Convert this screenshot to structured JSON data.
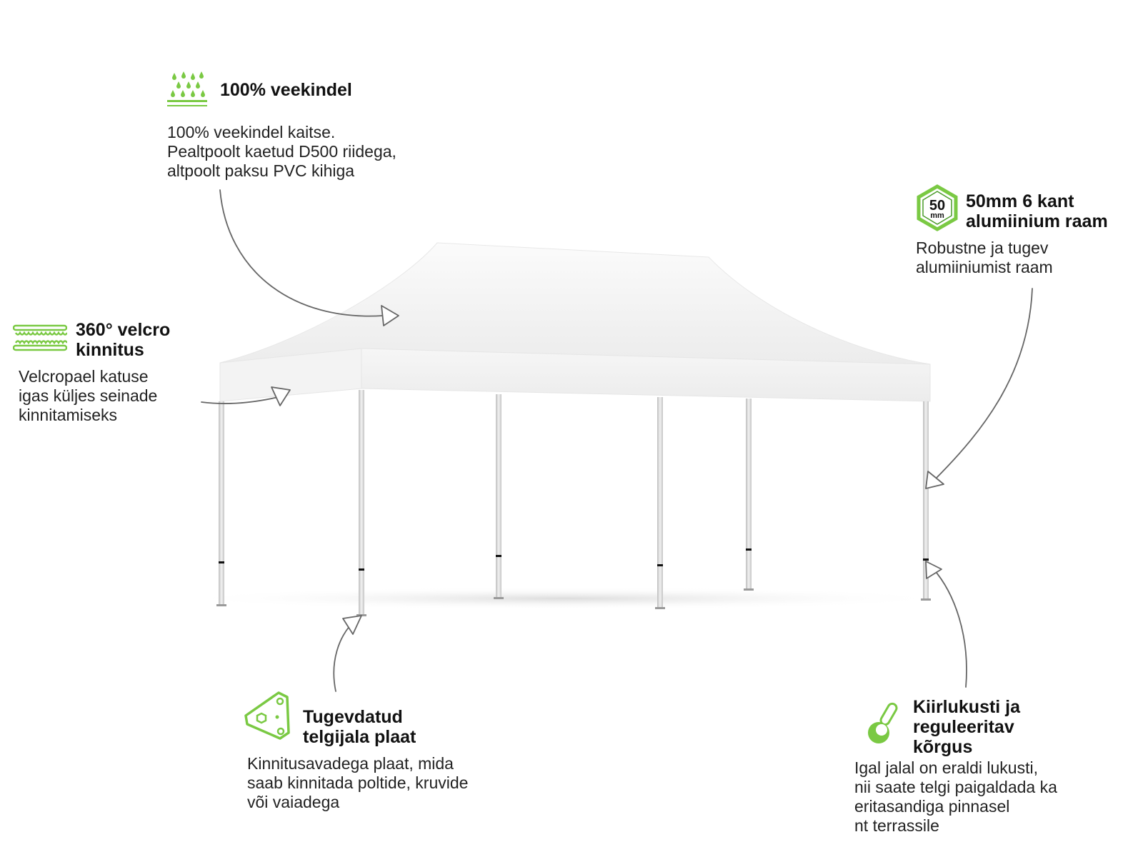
{
  "accent_color": "#7ac943",
  "canopy_color": "#ffffff",
  "features": {
    "waterproof": {
      "icon": "rain-drops-icon",
      "title": "100% veekindel",
      "description": "100% veekindel kaitse.\nPealtpoolt kaetud D500 riidega,\naltpoolt paksu PVC kihiga"
    },
    "frame": {
      "icon": "hexagon-50mm-icon",
      "icon_text_main": "50",
      "icon_text_sub": "mm",
      "title": "50mm 6 kant\nalumiinium raam",
      "description": "Robustne ja tugev\nalumiiniumist raam"
    },
    "velcro": {
      "icon": "velcro-strip-icon",
      "title": "360° velcro\nkinnitus",
      "description": "Velcropael katuse\nigas küljes seinade\nkinnitamiseks"
    },
    "footplate": {
      "icon": "triangle-plate-icon",
      "title": "Tugevdatud\ntelgijala plaat",
      "description": "Kinnitusavadega plaat, mida\nsaab kinnitada poltide, kruvide\nvõi vaiadega"
    },
    "quicklock": {
      "icon": "quick-lock-icon",
      "title": "Kiirlukusti ja\nreguleeritav\nkõrgus",
      "description": "Igal jalal on eraldi lukusti,\nnii saate telgi paigaldada ka\neritasandiga pinnasel\nnt terrassile"
    }
  }
}
